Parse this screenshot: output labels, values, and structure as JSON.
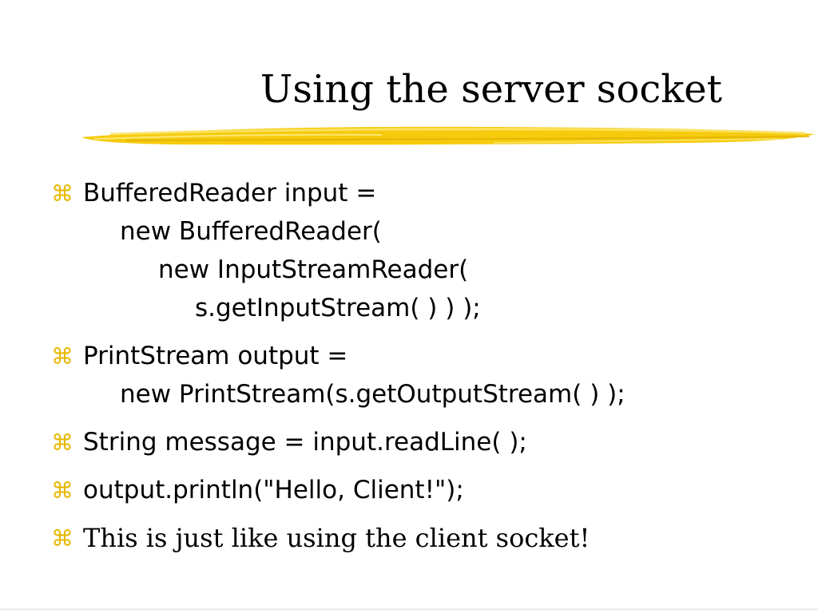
{
  "slide": {
    "title": "Using the server socket",
    "bullet_icon": "command-key-icon",
    "bullet_color": "#e5b800",
    "brush_color": "#f5c800",
    "bullets": [
      {
        "lines": [
          "BufferedReader input =",
          "new BufferedReader(",
          "new InputStreamReader(",
          "s.getInputStream( ) ) );"
        ]
      },
      {
        "lines": [
          "PrintStream output =",
          "new PrintStream(s.getOutputStream( ) );"
        ]
      },
      {
        "lines": [
          "String message = input.readLine( );"
        ]
      },
      {
        "lines": [
          "output.println(\"Hello, Client!\");"
        ]
      },
      {
        "lines": [
          "This is just like using the client socket!"
        ]
      }
    ]
  }
}
